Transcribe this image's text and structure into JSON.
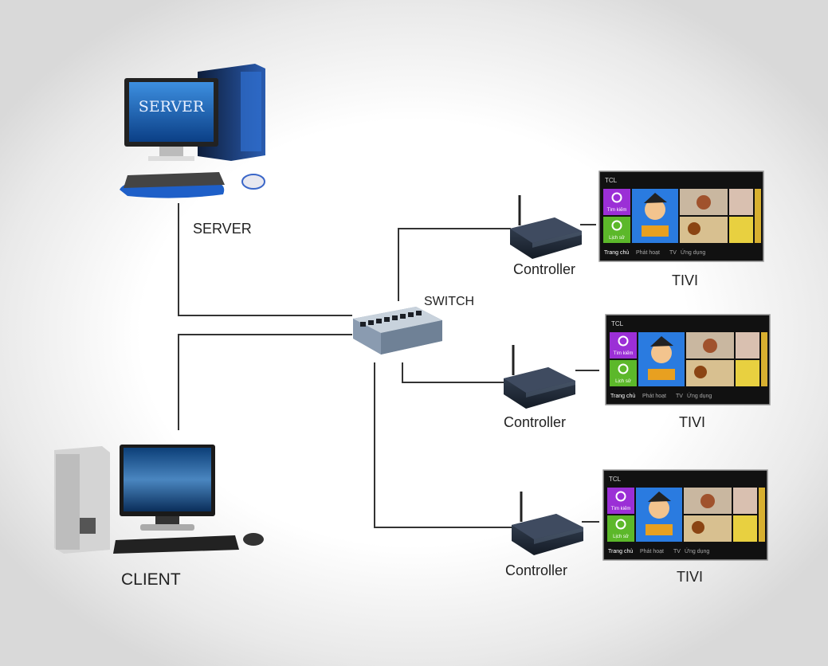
{
  "nodes": {
    "server": {
      "label": "SERVER",
      "screen_text": "SERVER"
    },
    "client": {
      "label": "CLIENT"
    },
    "switch": {
      "label": "SWITCH"
    },
    "controllers": [
      {
        "label": "Controller"
      },
      {
        "label": "Controller"
      },
      {
        "label": "Controller"
      }
    ],
    "tvs": [
      {
        "label": "TIVI"
      },
      {
        "label": "TIVI"
      },
      {
        "label": "TIVI"
      }
    ]
  },
  "tv_screen": {
    "brand": "TCL",
    "tiles": [
      "Tìm kiếm",
      "Lịch sử"
    ],
    "menu": [
      "Trang chủ",
      "Phát hoạt",
      "TV",
      "Ứng dụng"
    ]
  },
  "colors": {
    "line": "#333333",
    "device_dark": "#1f2a38",
    "tile_purple": "#9b2fd6",
    "tile_green": "#5cb82a",
    "monitor_blue": "#1a5aa8"
  }
}
